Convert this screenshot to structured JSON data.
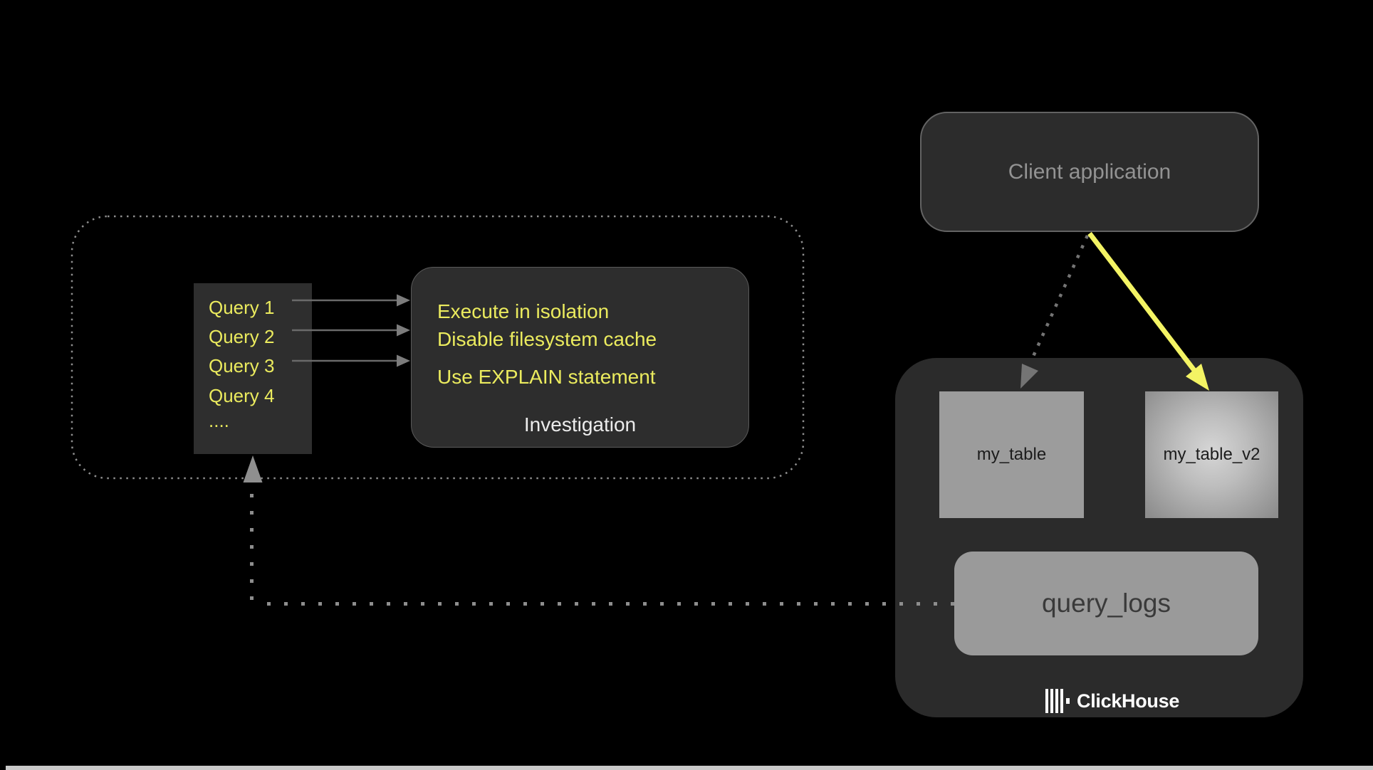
{
  "diagram": {
    "client": {
      "label": "Client application"
    },
    "workbench": {
      "queries": [
        "Query 1",
        "Query 2",
        "Query 3",
        "Query 4",
        "...."
      ],
      "investigation": {
        "tips": [
          "Execute in isolation",
          "Disable filesystem cache",
          "Use EXPLAIN statement"
        ],
        "caption": "Investigation"
      }
    },
    "clickhouse": {
      "brand": "ClickHouse",
      "tables": [
        "my_table",
        "my_table_v2",
        "query_logs"
      ]
    },
    "colors": {
      "background": "#000000",
      "box_dark_gray": "#2d2d2d",
      "table_gray": "#9c9c9c",
      "text_yellow": "#ebeb5e",
      "arrow_yellow": "#f4f464",
      "connector_gray": "#8d8d8d",
      "brand_white": "#ffffff"
    }
  }
}
